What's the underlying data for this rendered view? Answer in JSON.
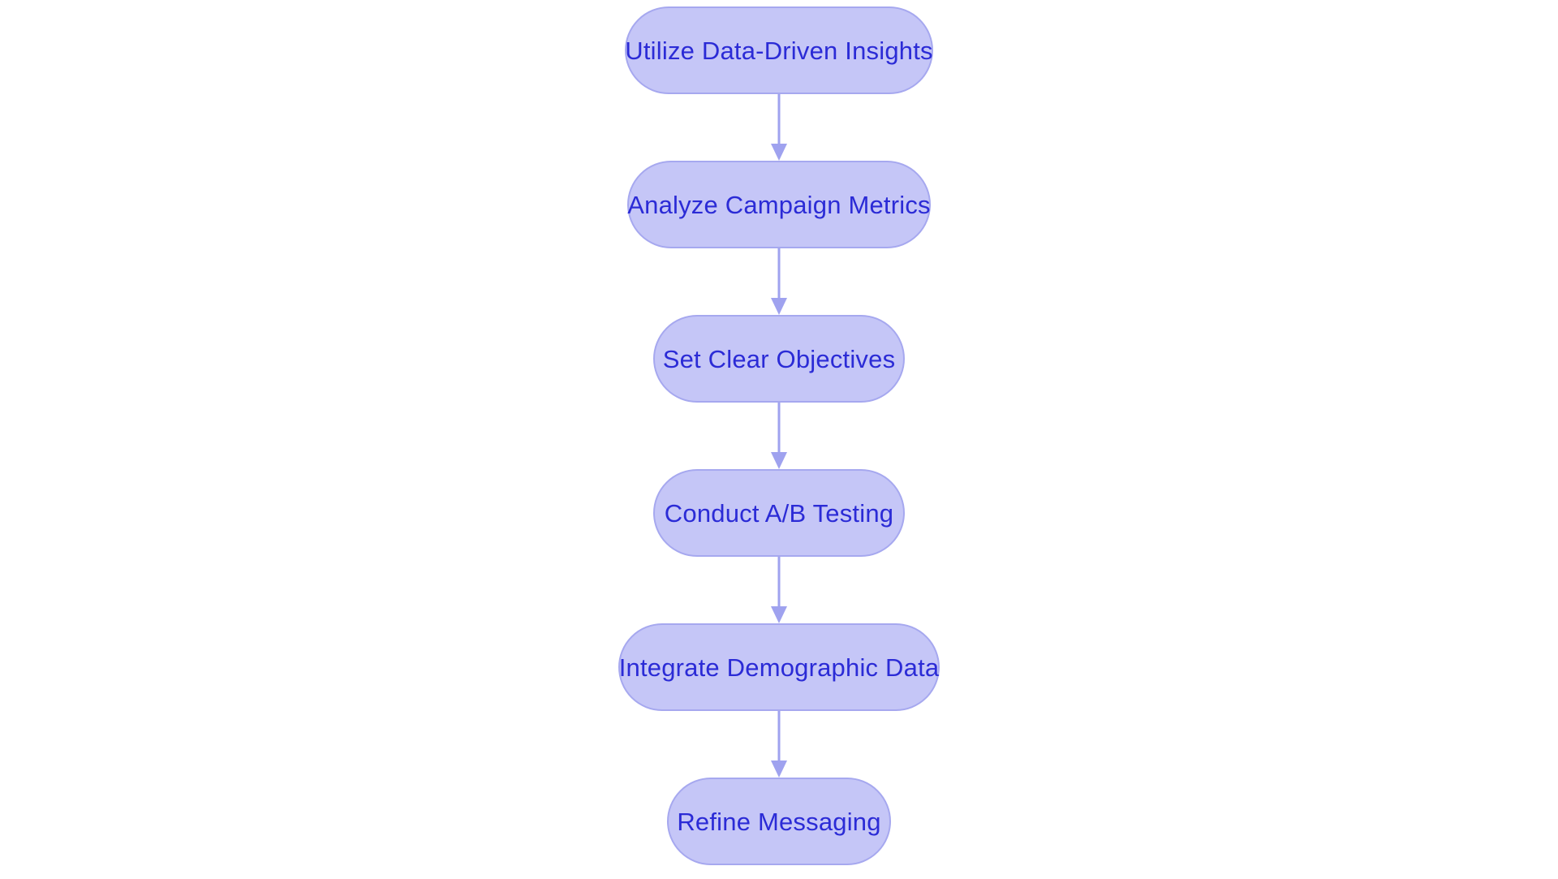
{
  "diagram": {
    "type": "flowchart",
    "orientation": "vertical-top-to-bottom",
    "background_color": "#ffffff",
    "node_fill_color": "#c5c6f7",
    "node_border_color": "#a6a8ef",
    "node_text_color": "#2b2bd6",
    "connector_color": "#9fa2ef",
    "nodes": [
      {
        "id": "node-1",
        "label": "Utilize Data-Driven Insights"
      },
      {
        "id": "node-2",
        "label": "Analyze Campaign Metrics"
      },
      {
        "id": "node-3",
        "label": "Set Clear Objectives"
      },
      {
        "id": "node-4",
        "label": "Conduct A/B Testing"
      },
      {
        "id": "node-5",
        "label": "Integrate Demographic Data"
      },
      {
        "id": "node-6",
        "label": "Refine Messaging"
      }
    ],
    "edges": [
      {
        "id": "edge-1",
        "from": "node-1",
        "to": "node-2",
        "arrow": "down-arrow"
      },
      {
        "id": "edge-2",
        "from": "node-2",
        "to": "node-3",
        "arrow": "down-arrow"
      },
      {
        "id": "edge-3",
        "from": "node-3",
        "to": "node-4",
        "arrow": "down-arrow"
      },
      {
        "id": "edge-4",
        "from": "node-4",
        "to": "node-5",
        "arrow": "down-arrow"
      },
      {
        "id": "edge-5",
        "from": "node-5",
        "to": "node-6",
        "arrow": "down-arrow"
      }
    ]
  }
}
